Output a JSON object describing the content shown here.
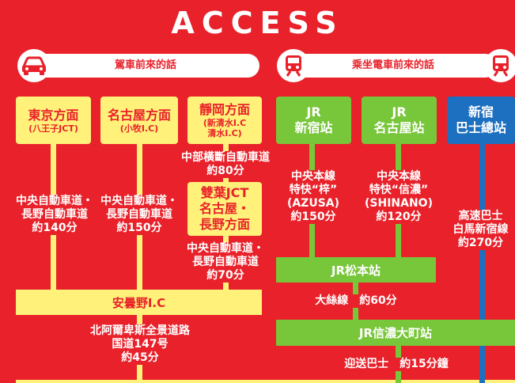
{
  "title": "ACCESS",
  "sections": {
    "car": {
      "label": "駕車前來的話",
      "icon": "car-icon"
    },
    "train": {
      "label": "乘坐電車前來的話",
      "icon": "train-icon"
    }
  },
  "car_origins": [
    {
      "name": "東京方面",
      "sub": "(八王子JCT)"
    },
    {
      "name": "名古屋方面",
      "sub": "(小牧I.C)"
    },
    {
      "name": "靜岡方面",
      "sub1": "(新清水I.C",
      "sub2": "清水I.C)"
    }
  ],
  "car_routes": {
    "tokyo": [
      "中央自動車道・",
      "長野自動車道",
      "約140分"
    ],
    "nagoya": [
      "中央自動車道・",
      "長野自動車道",
      "約150分"
    ],
    "shizuoka_1": [
      "中部橫斷自動車道",
      "約80分"
    ],
    "shizuoka_2": [
      "中央自動車道・",
      "長野自動車道",
      "約70分"
    ]
  },
  "futaba": [
    "雙葉JCT",
    "名古屋・",
    "長野方面"
  ],
  "azumino": "安曇野I.C",
  "final_road": [
    "北阿爾卑斯全景道路",
    "国道147号",
    "約45分"
  ],
  "train_origins": [
    {
      "line1": "JR",
      "line2": "新宿站"
    },
    {
      "line1": "JR",
      "line2": "名古屋站"
    },
    {
      "line1": "新宿",
      "line2": "巴士總站"
    }
  ],
  "train_routes": {
    "shinjuku": [
      "中央本線",
      "特快“梓”",
      "(AZUSA)",
      "約150分"
    ],
    "nagoya": [
      "中央本線",
      "特快“信濃”",
      "(SHINANO)",
      "約120分"
    ],
    "bus": [
      "高速巴士",
      "白馬新宿線",
      "約270分"
    ]
  },
  "matsumoto": "JR松本站",
  "oito": "大絲線　約60分",
  "shinano_omachi": "JR信濃大町站",
  "shuttle": "迎送巴士　約15分鐘",
  "colors": {
    "red": "#e8212a",
    "yellow": "#fff17a",
    "green": "#78c63a",
    "blue": "#1d6fc0"
  }
}
